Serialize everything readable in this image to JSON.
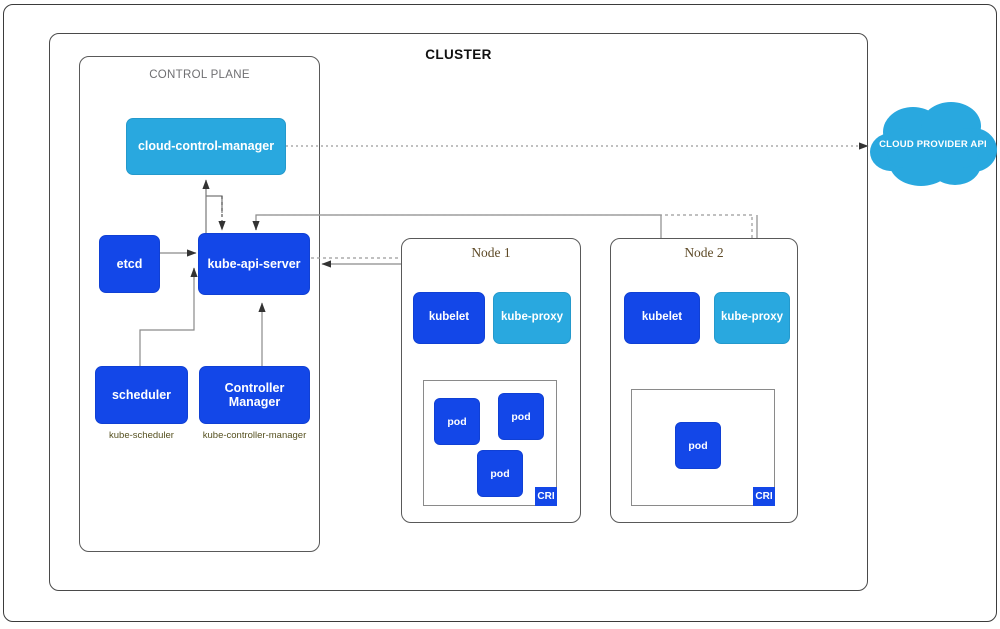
{
  "diagram": {
    "title": "CLUSTER",
    "control_plane_label": "CONTROL PLANE",
    "cloud": {
      "label": "CLOUD PROVIDER API",
      "color": "#29a8df"
    },
    "colors": {
      "dark_blue": "#1347e8",
      "light_blue": "#29a8df",
      "frame_stroke": "#3b3b3b",
      "wire": "#7a7a7a",
      "node_label": "#5e4a27",
      "sub_label": "#55501f"
    },
    "control_plane": {
      "components": [
        {
          "name": "cloud-control-manager",
          "label": "cloud-control-manager",
          "color": "light",
          "sublabel": ""
        },
        {
          "name": "etcd",
          "label": "etcd",
          "color": "dark",
          "sublabel": ""
        },
        {
          "name": "kube-api-server",
          "label": "kube-api-server",
          "color": "dark",
          "sublabel": ""
        },
        {
          "name": "scheduler",
          "label": "scheduler",
          "color": "dark",
          "sublabel": "kube-scheduler"
        },
        {
          "name": "controller-manager",
          "label": "Controller Manager",
          "color": "dark",
          "sublabel": "kube-controller-manager"
        }
      ]
    },
    "nodes": [
      {
        "title": "Node 1",
        "kubelet_label": "kubelet",
        "kubeproxy_label": "kube-proxy",
        "cri_label": "CRI",
        "pods": [
          {
            "label": "pod"
          },
          {
            "label": "pod"
          },
          {
            "label": "pod"
          }
        ]
      },
      {
        "title": "Node 2",
        "kubelet_label": "kubelet",
        "kubeproxy_label": "kube-proxy",
        "cri_label": "CRI",
        "pods": [
          {
            "label": "pod"
          }
        ]
      }
    ]
  }
}
